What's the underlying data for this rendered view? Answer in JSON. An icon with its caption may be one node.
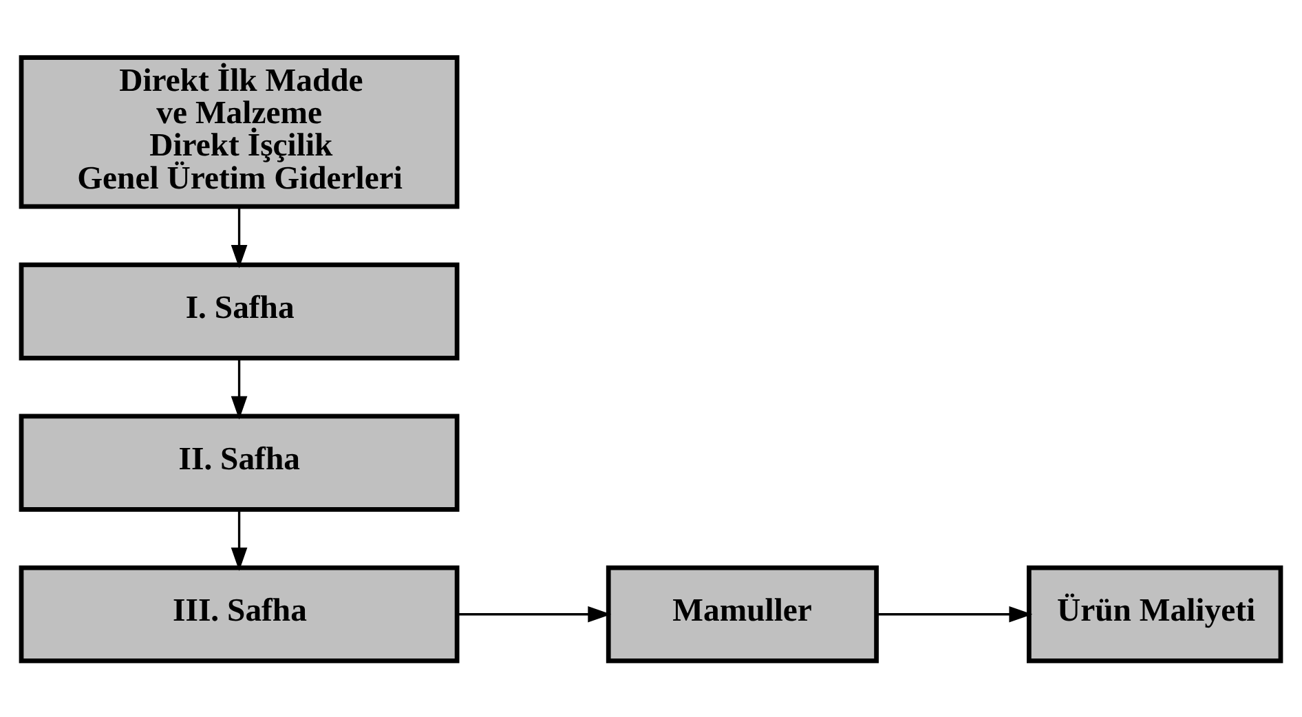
{
  "diagram": {
    "nodes": [
      {
        "text": [
          "Direkt İlk Madde ve Malzeme",
          "Direkt İşçilik",
          "Genel Üretim Giderleri"
        ]
      },
      {
        "text": [
          "I. Safha"
        ]
      },
      {
        "text": [
          "II. Safha"
        ]
      },
      {
        "text": [
          "III. Safha"
        ]
      },
      {
        "text": [
          "Mamuller"
        ]
      },
      {
        "text": [
          "Ürün Maliyeti"
        ]
      }
    ],
    "edges": [
      {
        "from": 0,
        "to": 1,
        "arrow": "to"
      },
      {
        "from": 1,
        "to": 2,
        "arrow": "to"
      },
      {
        "from": 2,
        "to": 3,
        "arrow": "to"
      },
      {
        "from": 3,
        "to": 4,
        "arrow": "to"
      },
      {
        "from": 4,
        "to": 5,
        "arrow": "to"
      }
    ]
  }
}
